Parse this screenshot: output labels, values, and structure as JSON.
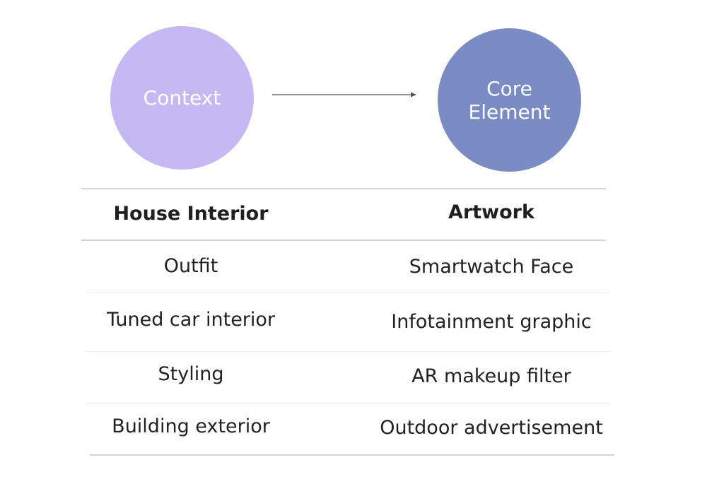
{
  "nodes": {
    "context": {
      "label": "Context",
      "color": "#c6b8f3"
    },
    "core": {
      "label": "Core Element",
      "color": "#7b8bc4"
    }
  },
  "arrow_color": "#555555",
  "table": {
    "headers": [
      "House Interior",
      "Artwork"
    ],
    "rows": [
      [
        "Outfit",
        "Smartwatch Face"
      ],
      [
        "Tuned car interior",
        "Infotainment graphic"
      ],
      [
        "Styling",
        "AR makeup filter"
      ],
      [
        "Building exterior",
        "Outdoor advertisement"
      ]
    ]
  }
}
